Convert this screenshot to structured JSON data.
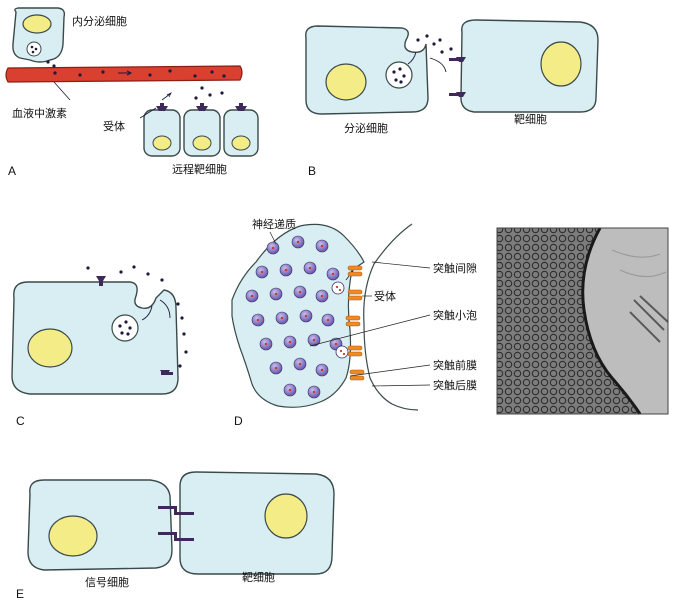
{
  "panels": {
    "A": {
      "letter": "A",
      "endocrine_cell": "内分泌细胞",
      "blood_hormone": "血液中激素",
      "receptor": "受体",
      "distant_target": "远程靶细胞"
    },
    "B": {
      "letter": "B",
      "secretory_cell": "分泌细胞",
      "target_cell": "靶细胞"
    },
    "C": {
      "letter": "C"
    },
    "D": {
      "letter": "D",
      "neurotransmitter": "神经递质",
      "receptor": "受体",
      "cleft": "突触间隙",
      "vesicle": "突触小泡",
      "presynaptic": "突触前膜",
      "postsynaptic": "突触后膜"
    },
    "E": {
      "letter": "E",
      "signal_cell": "信号细胞",
      "target_cell": "靶细胞"
    }
  },
  "colors": {
    "cell_fill": "#d8eef2",
    "cell_stroke": "#3a4a4a",
    "nucleus": "#f4ec86",
    "vessel": "#d9402f",
    "receptor": "#3d2a5a",
    "synapse_receptor": "#f08a24",
    "vesicle": "#8878c8",
    "micrograph": "#8a8a8a"
  }
}
